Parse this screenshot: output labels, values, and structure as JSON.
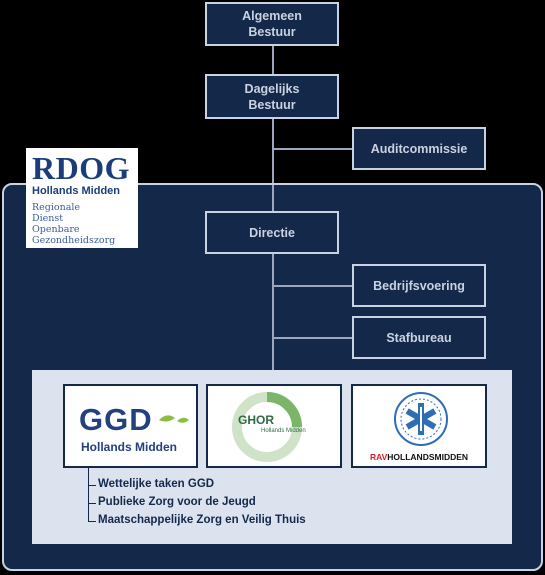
{
  "boxes": {
    "algemeen": "Algemeen\nBestuur",
    "dagelijks": "Dagelijks\nBestuur",
    "audit": "Auditcommissie",
    "directie": "Directie",
    "bedrijfsvoering": "Bedrijfsvoering",
    "stafbureau": "Stafbureau"
  },
  "rdog_logo": {
    "mark": "RDOG",
    "sub": "Hollands Midden",
    "desc": [
      "Regionale",
      "Dienst",
      "Openbare",
      "Gezondheidszorg"
    ]
  },
  "ggd_logo": {
    "mark": "GGD",
    "sub": "Hollands Midden"
  },
  "ghor_logo": {
    "mark": "GHOR",
    "sub": "Hollands Midden"
  },
  "rav_logo": {
    "prefix": "RAV",
    "rest": "HOLLANDSMIDDEN"
  },
  "ggd_tasks": [
    "Wettelijke taken GGD",
    "Publieke Zorg voor de Jeugd",
    "Maatschappelijke Zorg en Veilig Thuis"
  ],
  "colors": {
    "navy": "#14284a",
    "border": "#c9d2e0",
    "logo_blue": "#1b3e7a",
    "panel": "#dde3ee",
    "ggd_green": "#8bbf3f",
    "rav_blue": "#2f6db5",
    "rav_red": "#d62027"
  }
}
